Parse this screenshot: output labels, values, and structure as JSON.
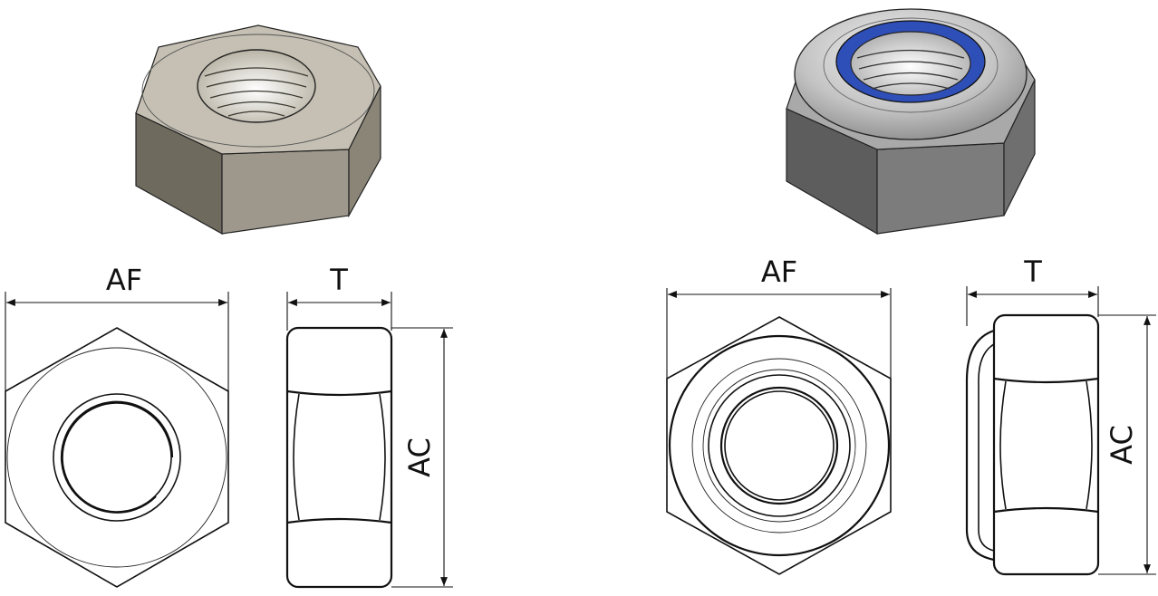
{
  "left_nut": {
    "labels": {
      "width_across_flats": "AF",
      "thickness": "T",
      "width_across_corners": "AC"
    },
    "colors": {
      "top": "#c5c0b3",
      "side_dark": "#6e6a5e",
      "side_mid": "#9d988b",
      "thread": "#e9e6de"
    }
  },
  "right_nut": {
    "labels": {
      "width_across_flats": "AF",
      "thickness": "T",
      "width_across_corners": "AC"
    },
    "colors": {
      "top": "#c9c9c9",
      "side_dark": "#5d5d5d",
      "side_mid": "#7c7c7c",
      "insert": "#2f4fb8",
      "thread": "#eaeaea"
    }
  }
}
